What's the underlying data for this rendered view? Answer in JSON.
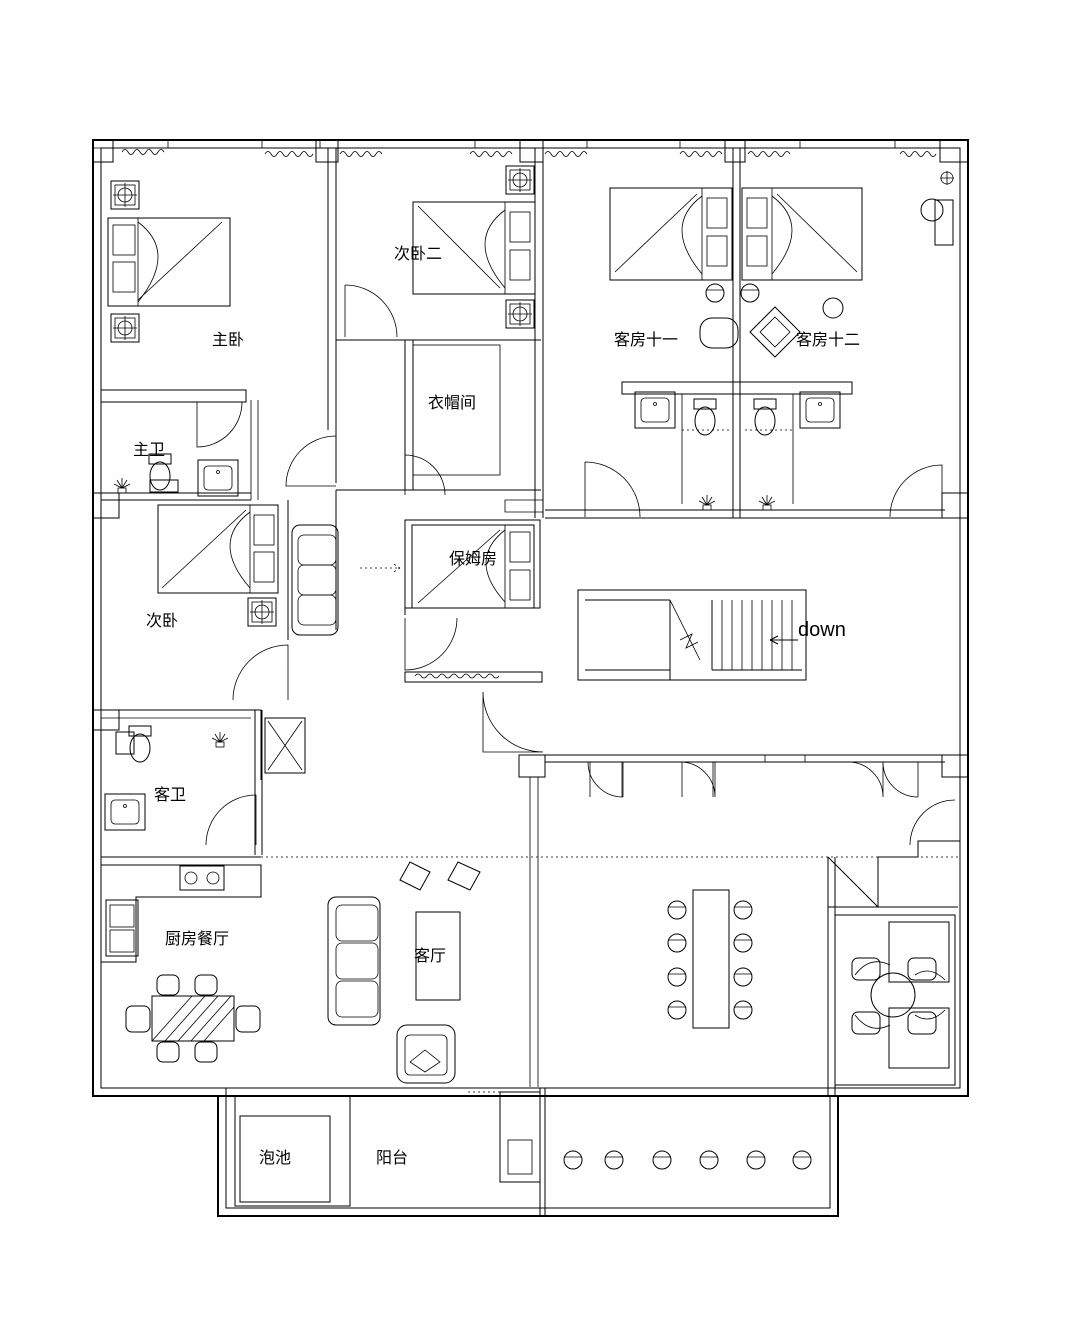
{
  "rooms": {
    "master_bedroom": "主卧",
    "bedroom_2": "次卧二",
    "guest_room_11": "客房十一",
    "guest_room_12": "客房十二",
    "cloakroom": "衣帽间",
    "master_bath": "主卫",
    "nanny_room": "保姆房",
    "second_bedroom": "次卧",
    "guest_bath": "客卫",
    "kitchen_dining": "厨房餐厅",
    "living_room": "客厅",
    "pool": "泡池",
    "balcony": "阳台"
  },
  "stairs": {
    "direction_label": "down"
  }
}
